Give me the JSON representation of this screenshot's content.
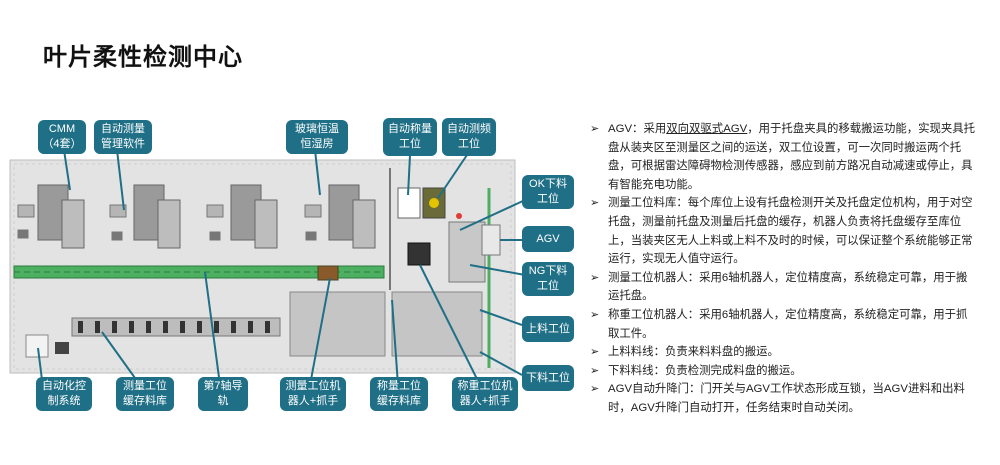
{
  "title": "叶片柔性检测中心",
  "callouts": {
    "cmm": "CMM\n（4套）",
    "auto_measure_software": "自动测量\n管理软件",
    "glass_room": "玻璃恒温\n恒湿房",
    "auto_weigh": "自动称量\n工位",
    "auto_freq": "自动测频\n工位",
    "ok_unload": "OK下料\n工位",
    "agv": "AGV",
    "ng_unload": "NG下料\n工位",
    "load_station": "上料工位",
    "unload_station": "下料工位",
    "auto_control": "自动化控\n制系统",
    "measure_buffer": "测量工位\n缓存料库",
    "axis7": "第7轴导\n轨",
    "measure_robot": "测量工位机\n器人+抓手",
    "weigh_buffer": "称量工位\n缓存料库",
    "weigh_robot": "称重工位机\n器人+抓手"
  },
  "descriptions": [
    {
      "prefix": "AGV：采用",
      "highlight": "双向双驱式AGV",
      "suffix": "，用于托盘夹具的移载搬运功能，实现夹具托盘从装夹区至测量区之间的运送，双工位设置，可一次同时搬运两个托盘，可根据雷达障碍物检测传感器，感应到前方路况自动减速或停止，具有智能充电功能。"
    },
    {
      "prefix": "测量工位料库：每个库位上设有托盘检测开关及托盘定位机构，用于对空托盘，测量前托盘及测量后托盘的缓存，机器人负责将托盘缓存至库位上，当装夹区无人上料或上料不及时的时候，可以保证整个系统能够正常运行，实现无人值守运行。",
      "highlight": "",
      "suffix": ""
    },
    {
      "prefix": "测量工位机器人：采用6轴机器人，定位精度高，系统稳定可靠，用于搬运托盘。",
      "highlight": "",
      "suffix": ""
    },
    {
      "prefix": "称重工位机器人：采用6轴机器人，定位精度高，系统稳定可靠，用于抓取工件。",
      "highlight": "",
      "suffix": ""
    },
    {
      "prefix": "上料料线：负责来料料盘的搬运。",
      "highlight": "",
      "suffix": ""
    },
    {
      "prefix": "下料料线：负责检测完成料盘的搬运。",
      "highlight": "",
      "suffix": ""
    },
    {
      "prefix": "AGV自动升降门：门开关与AGV工作状态形成互锁，当AGV进料和出料时，AGV升降门自动打开，任务结束时自动关闭。",
      "highlight": "",
      "suffix": ""
    }
  ],
  "colors": {
    "callout": "#1f6f86",
    "rail": "#3fa35a",
    "floor": "#dcdcdc"
  }
}
